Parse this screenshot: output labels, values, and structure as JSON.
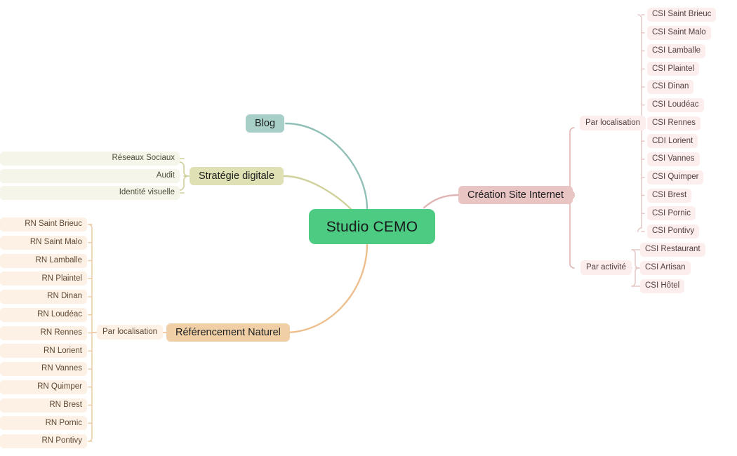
{
  "mindmap": {
    "root": {
      "label": "Studio CEMO",
      "color": "#4ECB83"
    },
    "branches": [
      {
        "id": "blog",
        "label": "Blog",
        "color": "#a7cfc8",
        "line_color": "#8fbfb6",
        "children": []
      },
      {
        "id": "strategie-digitale",
        "label": "Stratégie digitale",
        "color": "#dfe0b4",
        "line_color": "#cfd09a",
        "children": [
          {
            "label": "Réseaux Sociaux"
          },
          {
            "label": "Audit"
          },
          {
            "label": "Identité visuelle"
          }
        ]
      },
      {
        "id": "creation-site-internet",
        "label": "Création Site Internet",
        "color": "#e8c4c2",
        "line_color": "#e0b5b3",
        "groups": [
          {
            "label": "Par localisation",
            "children": [
              {
                "label": "CSI Saint Brieuc"
              },
              {
                "label": "CSI Saint Malo"
              },
              {
                "label": "CSI Lamballe"
              },
              {
                "label": "CSI Plaintel"
              },
              {
                "label": "CSI Dinan"
              },
              {
                "label": "CSI Loudéac"
              },
              {
                "label": "CSI Rennes"
              },
              {
                "label": "CDI Lorient"
              },
              {
                "label": "CSI Vannes"
              },
              {
                "label": "CSI Quimper"
              },
              {
                "label": "CSI Brest"
              },
              {
                "label": "CSI Pornic"
              },
              {
                "label": "CSI Pontivy"
              }
            ]
          },
          {
            "label": "Par activité",
            "children": [
              {
                "label": "CSI Restaurant"
              },
              {
                "label": "CSI Artisan"
              },
              {
                "label": "CSI Hôtel"
              }
            ]
          }
        ]
      },
      {
        "id": "referencement-naturel",
        "label": "Référencement Naturel",
        "color": "#f0cfa6",
        "line_color": "#edbf8c",
        "groups": [
          {
            "label": "Par localisation",
            "children": [
              {
                "label": "RN Saint Brieuc"
              },
              {
                "label": "RN Saint Malo"
              },
              {
                "label": "RN Lamballe"
              },
              {
                "label": "RN Plaintel"
              },
              {
                "label": "RN Dinan"
              },
              {
                "label": "RN Loudéac"
              },
              {
                "label": "RN Rennes"
              },
              {
                "label": "RN Lorient"
              },
              {
                "label": "RN Vannes"
              },
              {
                "label": "RN Quimper"
              },
              {
                "label": "RN Brest"
              },
              {
                "label": "RN Pornic"
              },
              {
                "label": "RN Pontivy"
              }
            ]
          }
        ]
      }
    ]
  }
}
